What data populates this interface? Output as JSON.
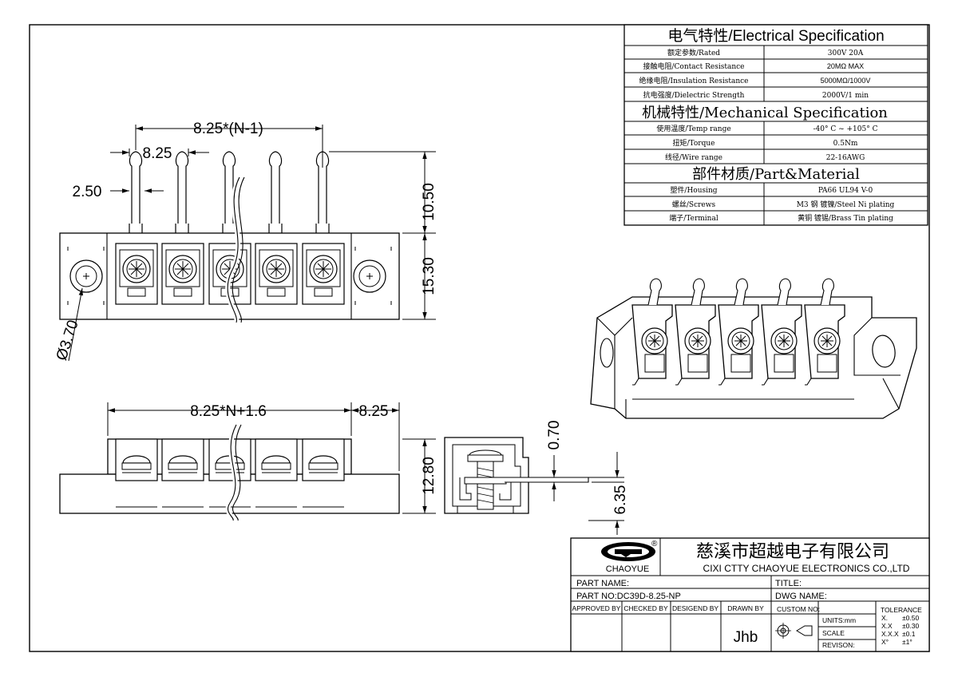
{
  "spec_table": {
    "electrical_title": "电气特性/Electrical Specification",
    "electrical_rows": [
      {
        "label": "额定参数/Rated",
        "value": "300V  20A"
      },
      {
        "label": "接触电阻/Contact Resistance",
        "value": "20MΩ MAX"
      },
      {
        "label": "绝缘电阻/Insulation Resistance",
        "value": "5000MΩ/1000V"
      },
      {
        "label": "抗电强度/Dielectric Strength",
        "value": "2000V/1 min"
      }
    ],
    "mechanical_title": "机械特性/Mechanical Specification",
    "mechanical_rows": [
      {
        "label": "使用温度/Temp range",
        "value": "-40° C ~ +105° C"
      },
      {
        "label": "扭矩/Torque",
        "value": "0.5Nm"
      },
      {
        "label": "线径/Wire range",
        "value": "22-16AWG"
      }
    ],
    "material_title": "部件材质/Part&Material",
    "material_rows": [
      {
        "label": "塑件/Housing",
        "value": "PA66 UL94 V-0"
      },
      {
        "label": "螺丝/Screws",
        "value": "M3 钢 镀镍/Steel Ni plating"
      },
      {
        "label": "端子/Terminal",
        "value": "黄铜 镀锡/Brass Tin  plating"
      }
    ]
  },
  "dimensions": {
    "pitch_total": "8.25*(N-1)",
    "pitch": "8.25",
    "pin_width": "2.50",
    "pin_length": "10.50",
    "body_height": "15.30",
    "hole_diameter": "Ø3.70",
    "total_length": "8.25*N+1.6",
    "end_length": "8.25",
    "side_height": "12.80",
    "pin_thickness": "0.70",
    "pin_offset": "6.35"
  },
  "title_block": {
    "company_cn": "慈溪市超越电子有限公司",
    "company_en": "CIXI CTTY CHAOYUE ELECTRONICS CO.,LTD",
    "logo_text": "CHAOYUE",
    "logo_mark": "®",
    "part_name_label": "PART NAME:",
    "title_label": "TITLE:",
    "part_no": "PART NO:DC39D-8.25-NP",
    "dwg_name_label": "DWG NAME:",
    "approved_by": "APPROVED BY",
    "checked_by": "CHECKED BY",
    "designed_by": "DESIGEND BY",
    "drawn_by": "DRAWN BY",
    "drawn_by_value": "Jhb",
    "custom_no": "CUSTOM NO:",
    "units": "UNITS:mm",
    "scale": "SCALE",
    "revision": "REVISON:",
    "tolerance_title": "TOLERANCE",
    "tolerances": [
      {
        "k": "X.",
        "v": "±0.50"
      },
      {
        "k": "X.X",
        "v": "±0.30"
      },
      {
        "k": "X.X.X",
        "v": "±0.1"
      },
      {
        "k": "X°",
        "v": "±1°"
      }
    ]
  }
}
